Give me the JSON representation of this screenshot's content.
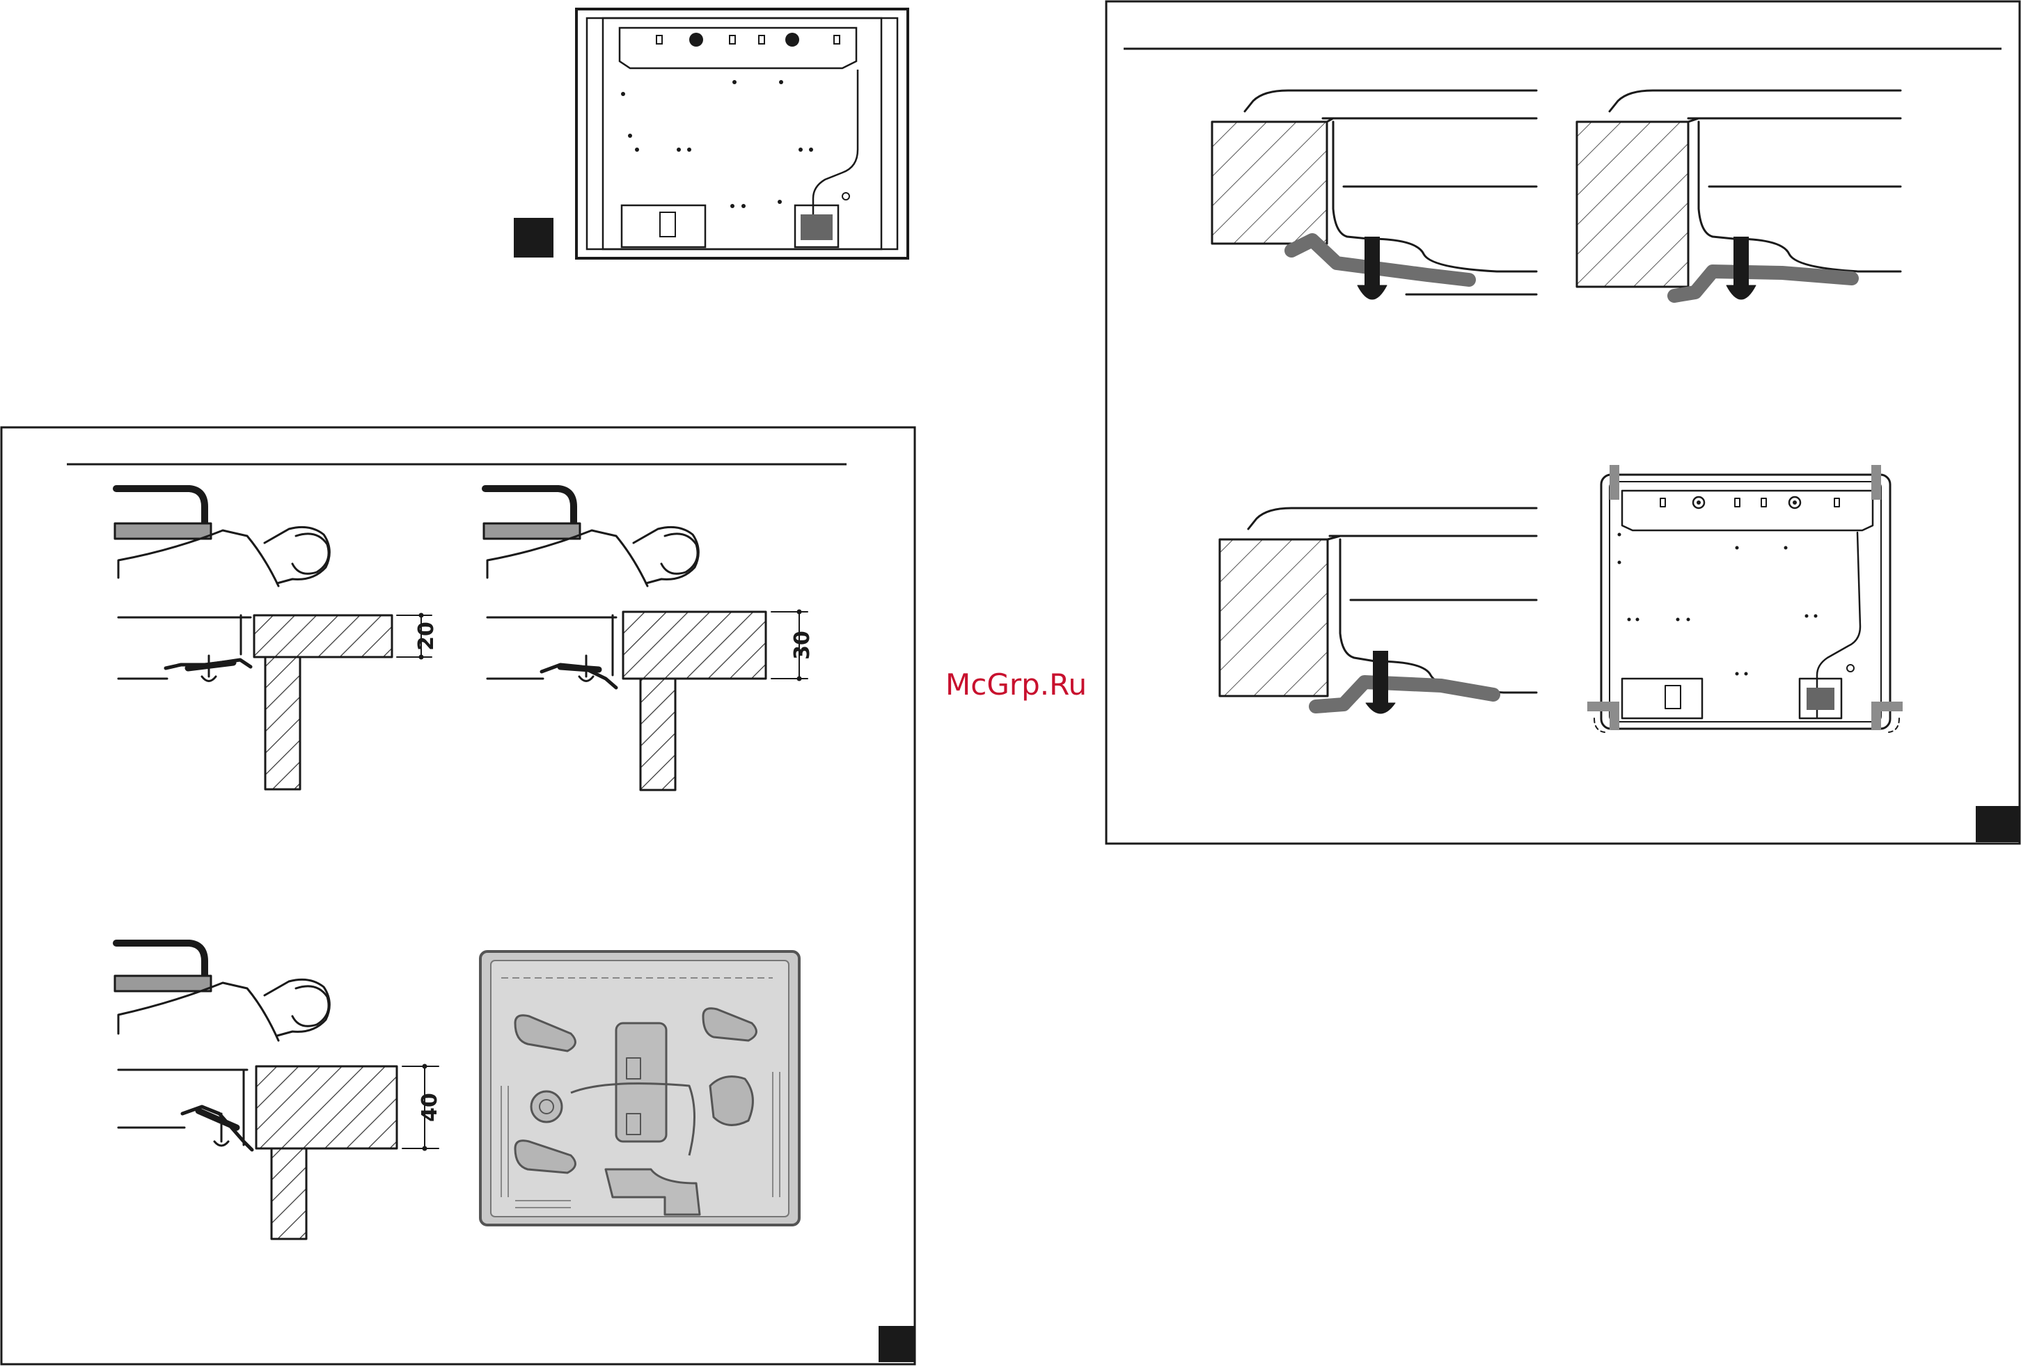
{
  "watermark": "McGrp.Ru",
  "dimensions": {
    "d20": "20",
    "d30": "30",
    "d40": "40"
  },
  "colors": {
    "ink": "#1a1a1a",
    "clamp_gray": "#6e6e6e",
    "photo_gray": "#c9c9c9",
    "watermark": "#c8102e"
  }
}
